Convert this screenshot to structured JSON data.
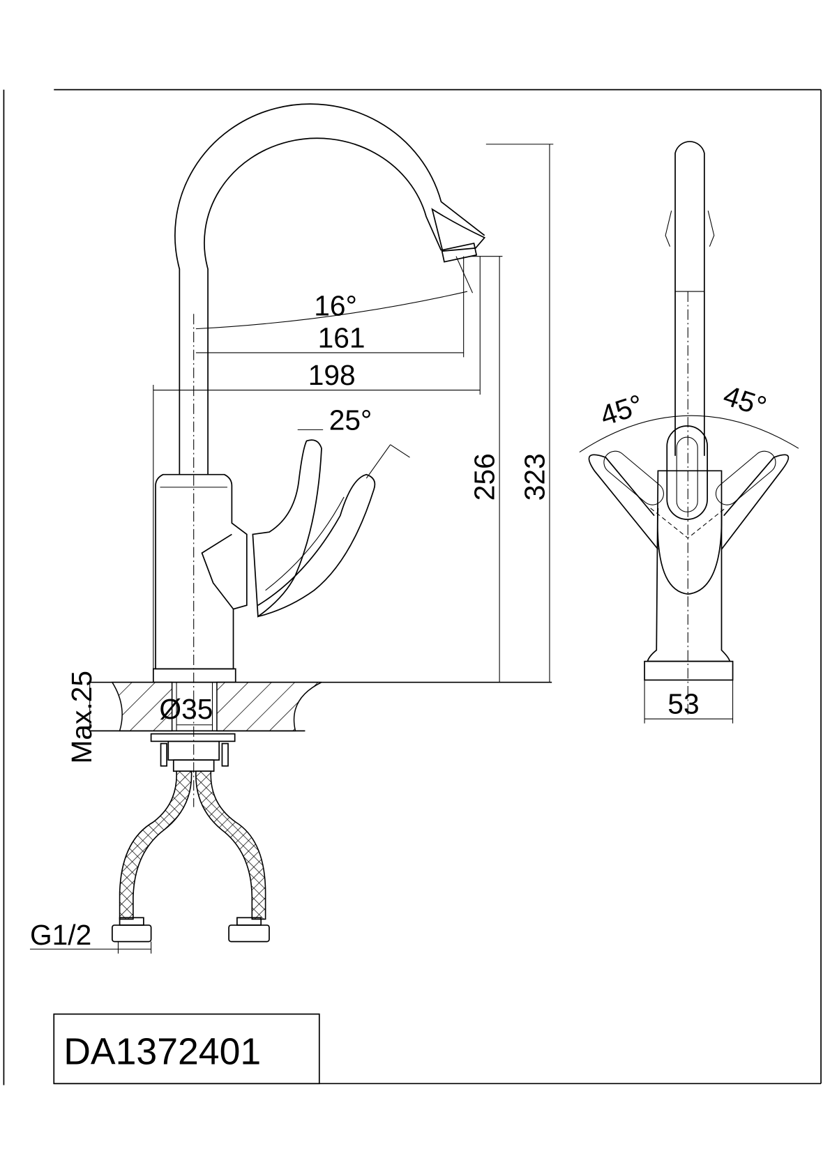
{
  "title_block": {
    "model_number": "DA1372401"
  },
  "side_view": {
    "spout_angle": "16°",
    "spout_reach": "161",
    "overall_reach": "198",
    "lever_angle": "25°",
    "spout_height": "256",
    "overall_height": "323",
    "max_counter_thickness": "Max.25",
    "hole_diameter": "Ø35",
    "connection_thread": "G1/2"
  },
  "front_view": {
    "left_rotation": "45°",
    "right_rotation": "45°",
    "base_width": "53"
  }
}
